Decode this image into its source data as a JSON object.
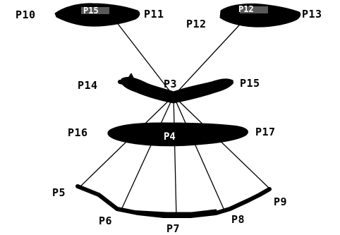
{
  "diagram": {
    "labels": {
      "p3": "P3",
      "p4": "P4",
      "p5": "P5",
      "p6": "P6",
      "p7": "P7",
      "p8": "P8",
      "p9": "P9",
      "p10": "P10",
      "p11": "P11",
      "p12": "P12",
      "p13": "P13",
      "p14": "P14",
      "p15": "P15",
      "p16": "P16",
      "p17": "P17"
    },
    "colors": {
      "ink": "#000000",
      "background": "#ffffff"
    }
  }
}
